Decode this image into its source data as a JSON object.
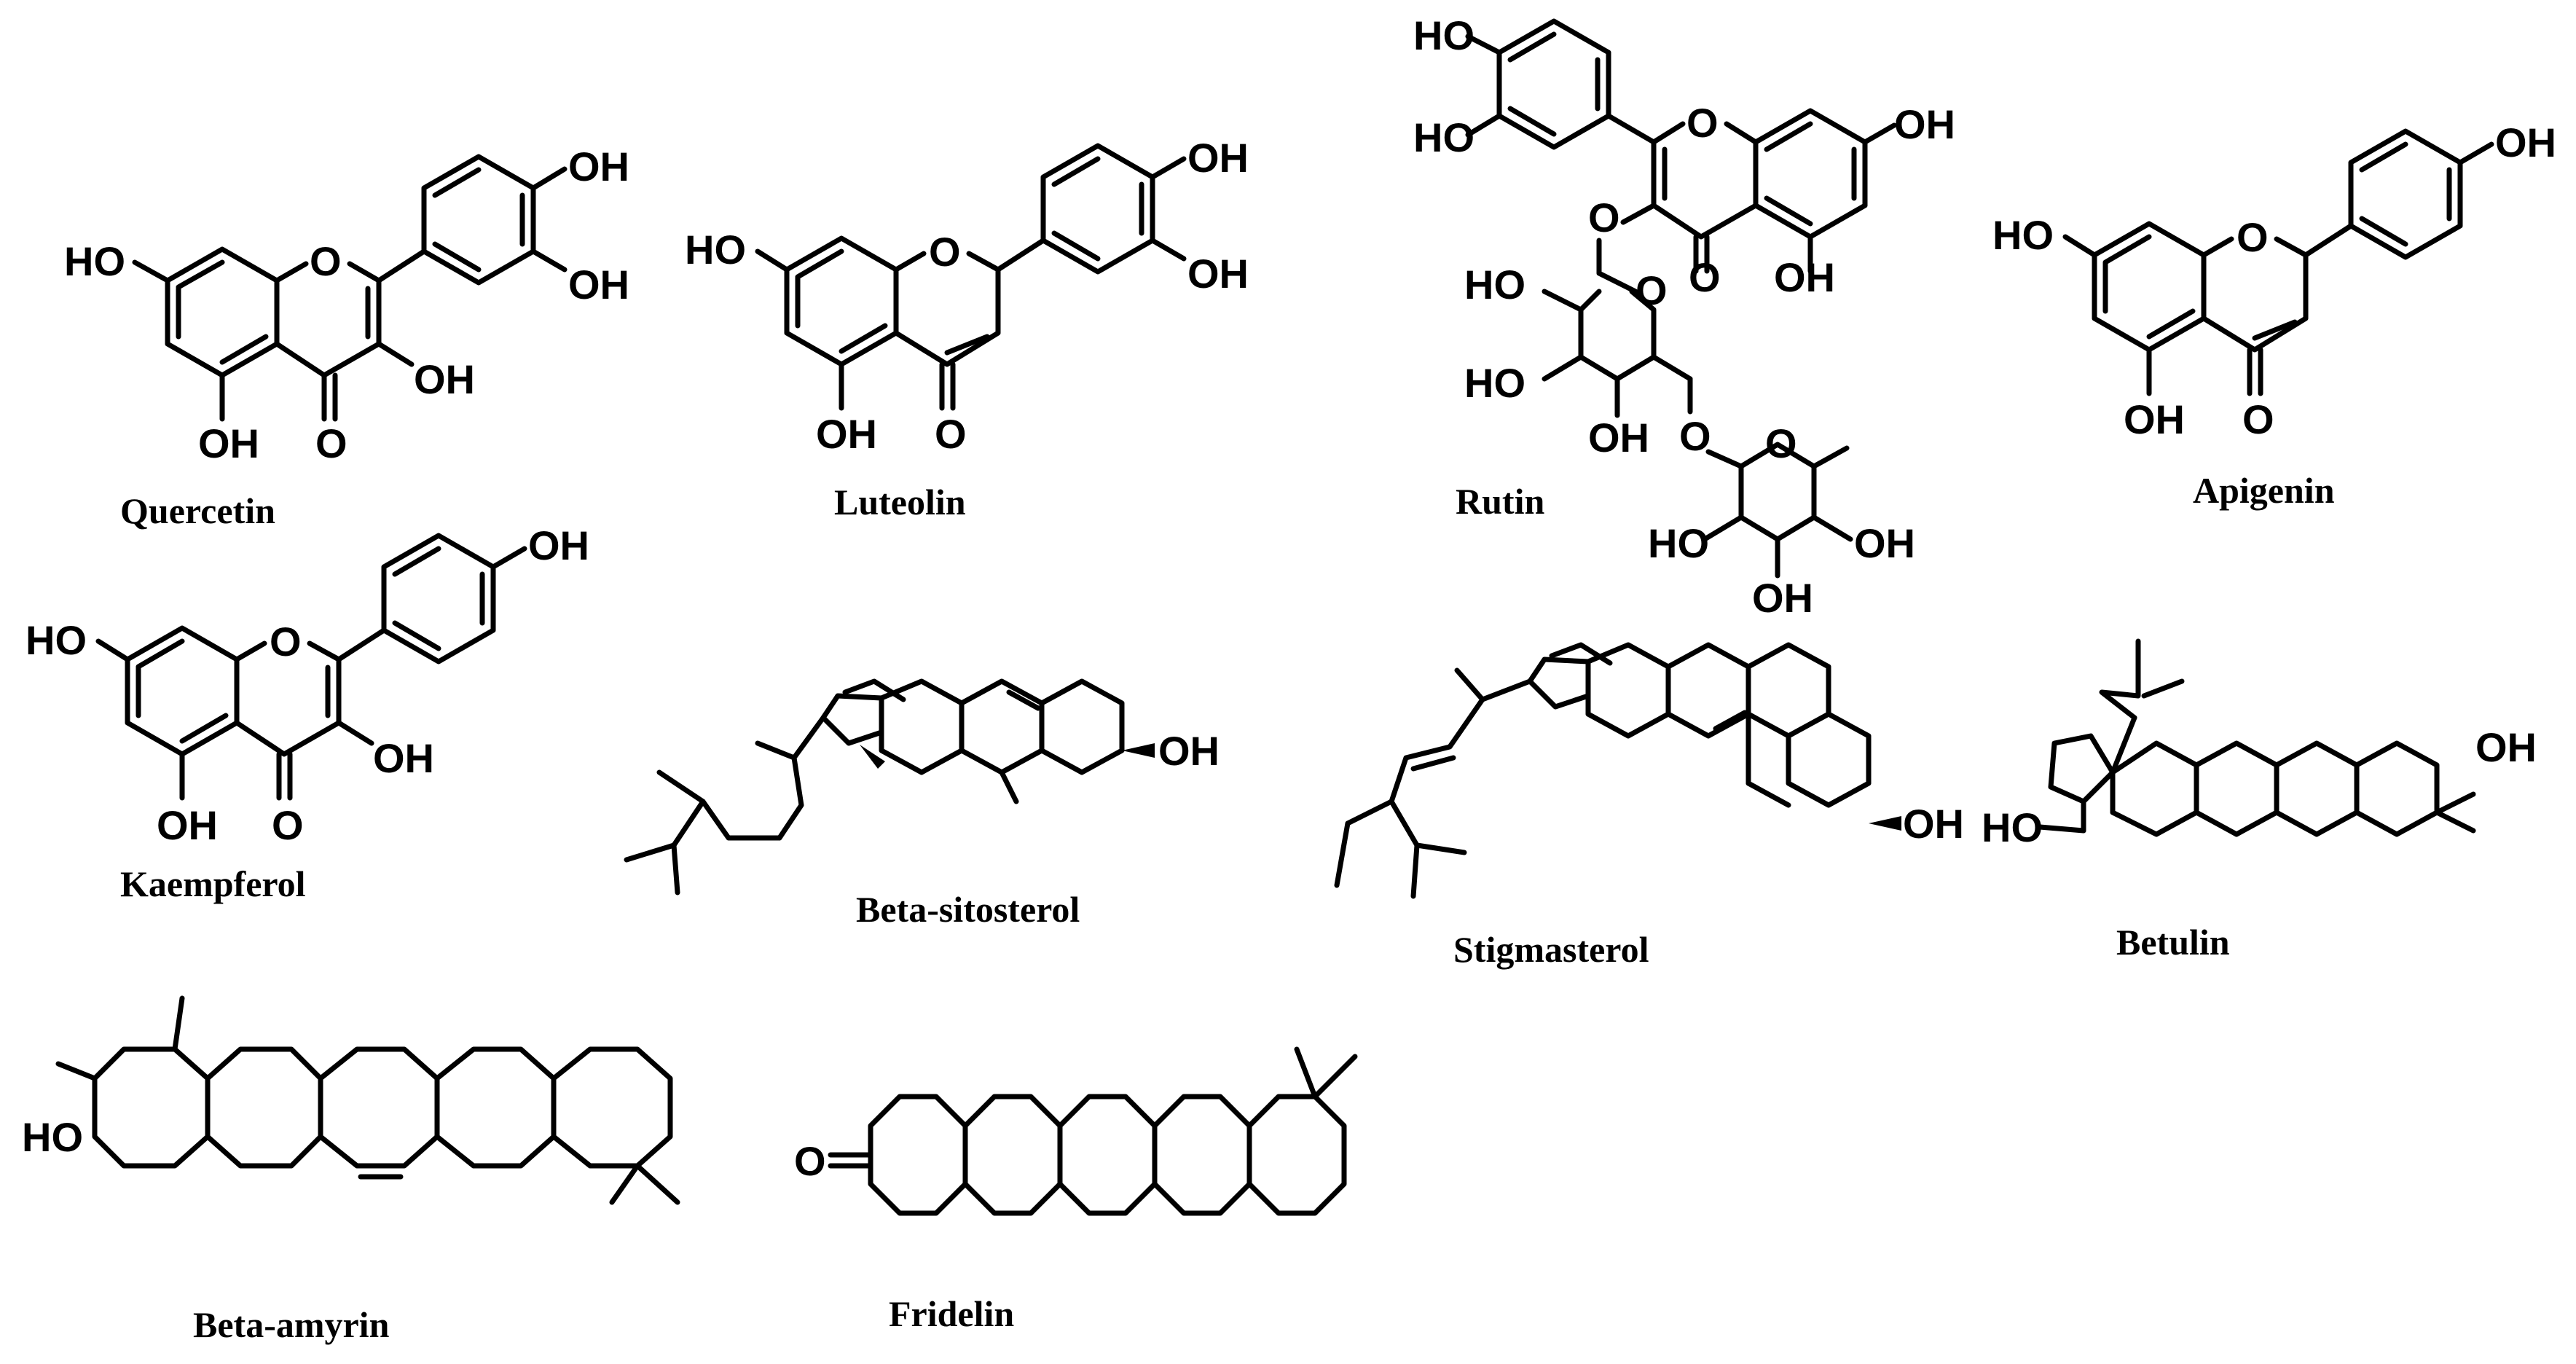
{
  "figure": {
    "line_color": "#000000",
    "background": "#ffffff",
    "molecules": [
      {
        "name": "Quercetin",
        "atoms": [
          "OH",
          "OH",
          "HO",
          "O",
          "OH",
          "OH",
          "O"
        ]
      },
      {
        "name": "Luteolin",
        "atoms": [
          "OH",
          "OH",
          "HO",
          "O",
          "OH",
          "O"
        ]
      },
      {
        "name": "Rutin",
        "atoms": [
          "HO",
          "HO",
          "O",
          "OH",
          "O",
          "O",
          "OH",
          "HO",
          "O",
          "HO",
          "OH",
          "O",
          "O",
          "HO",
          "OH",
          "OH"
        ]
      },
      {
        "name": "Apigenin",
        "atoms": [
          "OH",
          "HO",
          "O",
          "OH",
          "O"
        ]
      },
      {
        "name": "Kaempferol",
        "atoms": [
          "OH",
          "HO",
          "O",
          "OH",
          "OH",
          "O"
        ]
      },
      {
        "name": "Beta-sitosterol",
        "atoms": [
          "OH"
        ]
      },
      {
        "name": "Stigmasterol",
        "atoms": [
          "OH"
        ]
      },
      {
        "name": "Betulin",
        "atoms": [
          "OH",
          "HO"
        ]
      },
      {
        "name": "Beta-amyrin",
        "atoms": [
          "HO"
        ]
      },
      {
        "name": "Fridelin",
        "atoms": [
          "O"
        ]
      }
    ]
  }
}
